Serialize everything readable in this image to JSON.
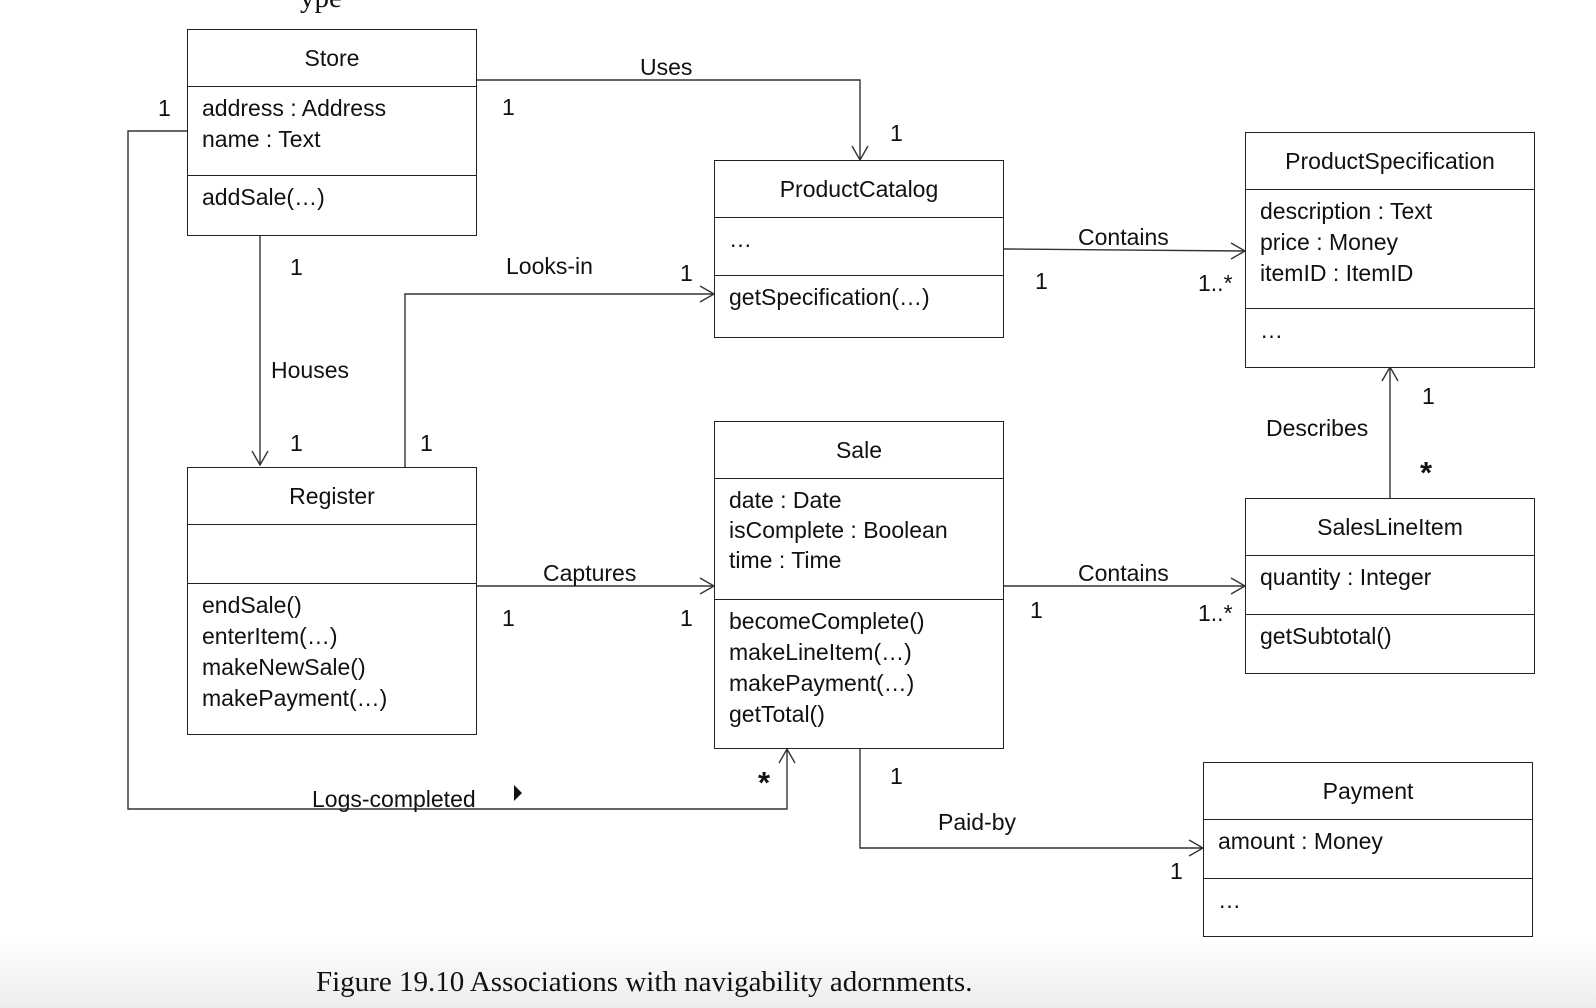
{
  "top_fragment": "ype",
  "classes": {
    "store": {
      "name": "Store",
      "attributes": [
        "address : Address",
        "name : Text"
      ],
      "operations": [
        "addSale(…)"
      ]
    },
    "product_catalog": {
      "name": "ProductCatalog",
      "attributes": [
        "…"
      ],
      "operations": [
        "getSpecification(…)"
      ]
    },
    "product_specification": {
      "name": "ProductSpecification",
      "attributes": [
        "description : Text",
        "price : Money",
        "itemID : ItemID"
      ],
      "operations": [
        "…"
      ]
    },
    "register": {
      "name": "Register",
      "attributes": [],
      "operations": [
        "endSale()",
        "enterItem(…)",
        "makeNewSale()",
        "makePayment(…)"
      ]
    },
    "sale": {
      "name": "Sale",
      "attributes": [
        "date : Date",
        "isComplete : Boolean",
        "time : Time"
      ],
      "operations": [
        "becomeComplete()",
        "makeLineItem(…)",
        "makePayment(…)",
        "getTotal()"
      ]
    },
    "sales_line_item": {
      "name": "SalesLineItem",
      "attributes": [
        "quantity : Integer"
      ],
      "operations": [
        "getSubtotal()"
      ]
    },
    "payment": {
      "name": "Payment",
      "attributes": [
        "amount : Money"
      ],
      "operations": [
        "…"
      ]
    }
  },
  "associations": {
    "uses": {
      "name": "Uses",
      "source_mult": "1",
      "target_mult": "1"
    },
    "houses": {
      "name": "Houses",
      "source_mult": "1",
      "target_mult": "1"
    },
    "looks_in": {
      "name": "Looks-in",
      "source_mult": "1",
      "target_mult": "1"
    },
    "contains_spec": {
      "name": "Contains",
      "source_mult": "1",
      "target_mult": "1..*"
    },
    "describes": {
      "name": "Describes",
      "source_mult": "*",
      "target_mult": "1"
    },
    "captures": {
      "name": "Captures",
      "source_mult": "1",
      "target_mult": "1"
    },
    "contains_items": {
      "name": "Contains",
      "source_mult": "1",
      "target_mult": "1..*"
    },
    "logs_completed": {
      "name": "Logs-completed",
      "source_mult": "1",
      "target_mult": "*"
    },
    "paid_by": {
      "name": "Paid-by",
      "source_mult": "1",
      "target_mult": "1"
    }
  },
  "caption": "Figure 19.10 Associations with navigability adornments."
}
